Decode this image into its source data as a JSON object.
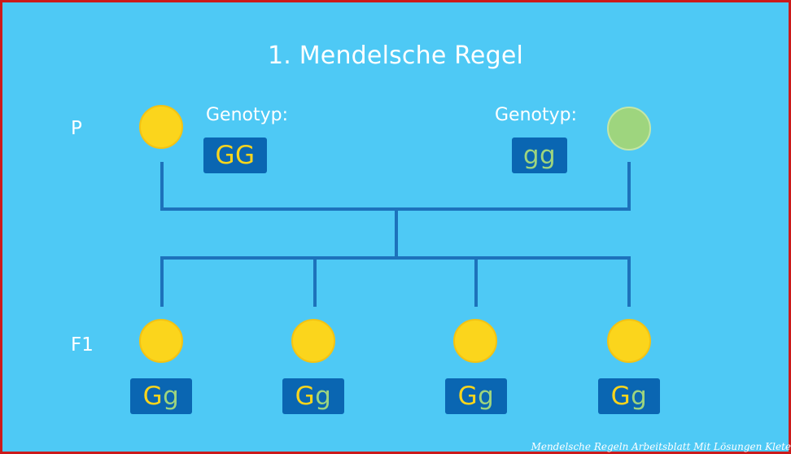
{
  "title": "1. Mendelsche Regel",
  "generations": {
    "parent": "P",
    "filial": "F1"
  },
  "parents": [
    {
      "genotype_label": "Genotyp:",
      "genotype_allele_1": "G",
      "genotype_allele_2": "G",
      "color": "#fbd51c",
      "color_name": "yellow"
    },
    {
      "genotype_label": "Genotyp:",
      "genotype_allele_1": "g",
      "genotype_allele_2": "g",
      "color": "#9ed57e",
      "color_name": "green"
    }
  ],
  "offspring": [
    {
      "allele_1": "G",
      "allele_2": "g",
      "color": "#fbd51c"
    },
    {
      "allele_1": "G",
      "allele_2": "g",
      "color": "#fbd51c"
    },
    {
      "allele_1": "G",
      "allele_2": "g",
      "color": "#fbd51c"
    },
    {
      "allele_1": "G",
      "allele_2": "g",
      "color": "#fbd51c"
    }
  ],
  "colors": {
    "background": "#4ec9f5",
    "border": "#cc1a1a",
    "badge": "#0a66b2",
    "line": "#1d72bb",
    "dominant_yellow": "#fbd51c",
    "recessive_green": "#9ed57e"
  },
  "watermark": "Mendelsche Regeln Arbeitsblatt Mit Lösungen Klete"
}
